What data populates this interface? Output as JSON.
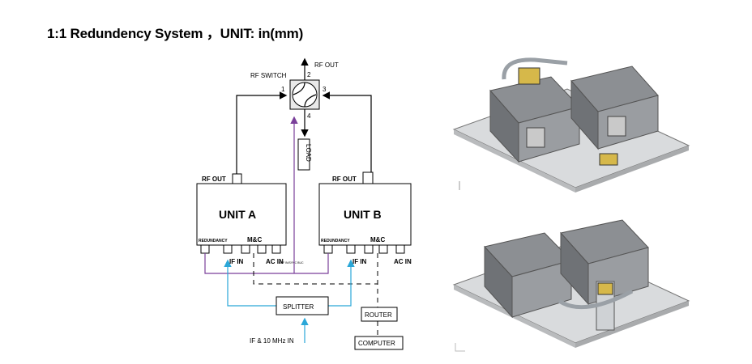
{
  "title": "1:1 Redundency System ，UNIT: in(mm)",
  "diagram": {
    "rf_switch_label": "RF SWITCH",
    "rf_out_top": "RF OUT",
    "port_1": "1",
    "port_2": "2",
    "port_3": "3",
    "port_4": "4",
    "load_label": "LOAD",
    "unit_a": {
      "name": "UNIT A",
      "rf_out": "RF OUT",
      "redundancy": "REDUNDANCY",
      "mc": "M&C",
      "if_in": "IF  IN",
      "ac_in": "AC  IN",
      "tiny": "REF IN/SYNC BUC"
    },
    "unit_b": {
      "name": "UNIT B",
      "rf_out": "RF OUT",
      "redundancy": "REDUNDANCY",
      "mc": "M&C",
      "if_in": "IF  IN",
      "ac_in": "AC IN"
    },
    "splitter": "SPLITTER",
    "input_label": "IF & 10 MHz IN",
    "router": "ROUTER",
    "computer": "COMPUTER"
  },
  "colors": {
    "purple": "#7a3f9a",
    "cyan": "#2aa7d8",
    "black": "#000000"
  }
}
